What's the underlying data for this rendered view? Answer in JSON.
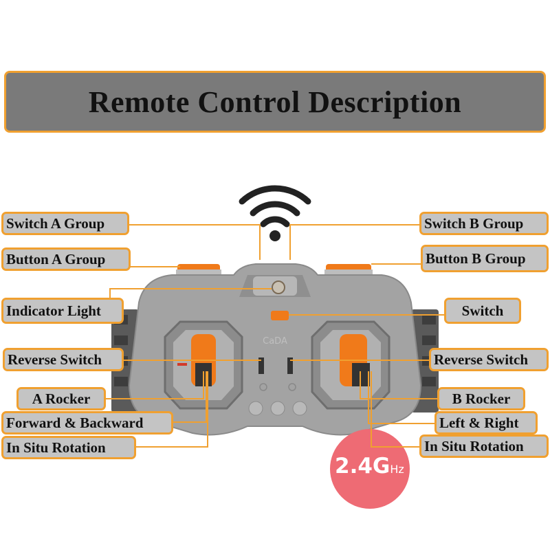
{
  "title": "Remote Control Description",
  "labels": {
    "switch_a_group": "Switch A Group",
    "button_a_group": "Button A Group",
    "indicator_light": "Indicator Light",
    "reverse_switch_left": "Reverse Switch",
    "a_rocker": "A Rocker",
    "forward_backward": "Forward & Backward",
    "in_situ_rotation_left": "In Situ Rotation",
    "switch_b_group": "Switch B Group",
    "button_b_group": "Button B Group",
    "switch": "Switch",
    "reverse_switch_right": "Reverse Switch",
    "b_rocker": "B Rocker",
    "left_right": "Left & Right",
    "in_situ_rotation_right": "In Situ Rotation"
  },
  "badge": {
    "value": "2.4G",
    "unit": "Hz"
  },
  "device_logo": "CaDA",
  "colors": {
    "accent": "#f0a030",
    "label_bg": "#c4c4c4",
    "title_bg": "#7a7a7a",
    "badge": "#ee6b74",
    "body": "#9a9a9a"
  },
  "icons": [
    "wifi-icon"
  ]
}
